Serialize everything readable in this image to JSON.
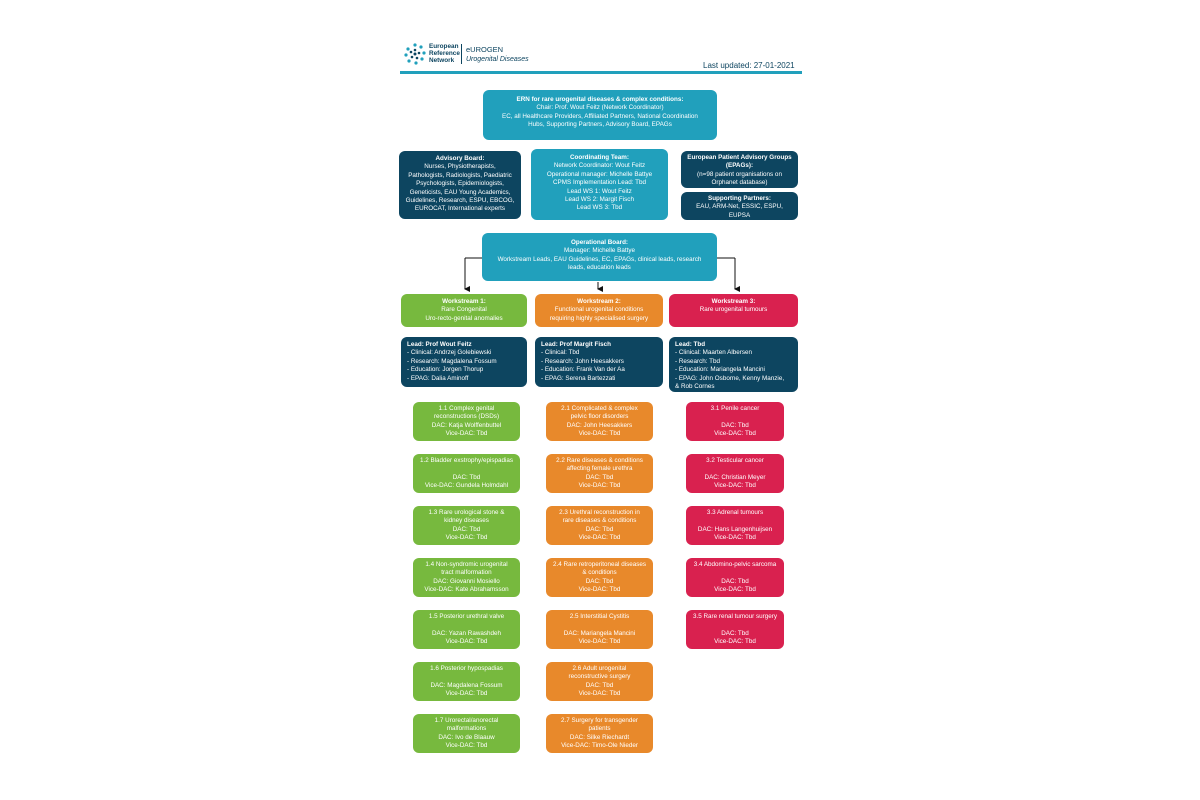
{
  "header": {
    "logo_lines": [
      "European",
      "Reference",
      "Network"
    ],
    "brand_name": "eUROGEN",
    "brand_sub": "Urogenital Diseases",
    "last_updated": "Last updated: 27-01-2021"
  },
  "ern_box": {
    "title": "ERN for rare urogenital diseases & complex conditions:",
    "lines": [
      "Chair: Prof. Wout Feitz (Network Coordinator)",
      "EC, all Healthcare Providers, Affiliated Partners, National Coordination",
      "Hubs, Supporting Partners, Advisory Board, EPAGs"
    ]
  },
  "advisory_board": {
    "title": "Advisory Board:",
    "lines": [
      "Nurses, Physiotherapists,",
      "Pathologists, Radiologists, Paediatric",
      "Psychologists, Epidemiologists,",
      "Geneticists, EAU Young Academics,",
      "Guidelines, Research, ESPU, EBCOG,",
      "EUROCAT, International experts"
    ]
  },
  "coordinating_team": {
    "title": "Coordinating Team:",
    "lines": [
      "Network Coordinator: Wout Feitz",
      "Operational manager: Michelle Battye",
      "CPMS Implementation Lead: Tbd",
      "Lead WS 1: Wout Feitz",
      "Lead WS 2: Margit Fisch",
      "Lead WS 3: Tbd"
    ]
  },
  "epag": {
    "title": "European Patient Advisory Groups (EPAGs):",
    "lines": [
      "(n=98 patient organisations on",
      "Orphanet database)"
    ]
  },
  "supporting_partners": {
    "title": "Supporting Partners:",
    "lines": [
      "EAU, ARM-Net, ESSIC, ESPU,",
      "EUPSA"
    ]
  },
  "operational_board": {
    "title": "Operational Board:",
    "lines": [
      "Manager: Michelle Battye",
      "Workstream Leads, EAU Guidelines, EC, EPAGs, clinical leads, research",
      "leads, education leads"
    ]
  },
  "workstreams": [
    {
      "title": "Workstream 1:",
      "lines": [
        "Rare Congenital",
        "Uro-recto-genital anomalies"
      ],
      "lead_title": "Lead: Prof Wout Feitz",
      "lead_lines": [
        "- Clinical: Andrzej Golebiewski",
        "- Research: Magdalena Fossum",
        "- Education: Jorgen Thorup",
        "- EPAG: Dalia Aminoff"
      ],
      "subs": [
        [
          "1.1 Complex genital",
          "reconstructions (DSDs)",
          "DAC: Katja Wolffenbuttel",
          "Vice-DAC: Tbd"
        ],
        [
          "1.2 Bladder exstrophy/epispadias",
          "",
          "DAC: Tbd",
          "Vice-DAC: Gundela Holmdahl"
        ],
        [
          "1.3 Rare urological stone &",
          "kidney diseases",
          "DAC: Tbd",
          "Vice-DAC: Tbd"
        ],
        [
          "1.4 Non-syndromic urogenital",
          "tract malformation",
          "DAC: Giovanni Mosiello",
          "Vice-DAC: Kate Abrahamsson"
        ],
        [
          "1.5 Posterior urethral valve",
          "",
          "DAC: Yazan Rawashdeh",
          "Vice-DAC: Tbd"
        ],
        [
          "1.6 Posterior hypospadias",
          "",
          "DAC: Magdalena Fossum",
          "Vice-DAC: Tbd"
        ],
        [
          "1.7 Urorectal/anorectal",
          "malformations",
          "DAC: Ivo de Blaauw",
          "Vice-DAC: Tbd"
        ]
      ]
    },
    {
      "title": "Workstream 2:",
      "lines": [
        "Functional urogenital conditions",
        "requiring highly specialised surgery"
      ],
      "lead_title": "Lead: Prof Margit Fisch",
      "lead_lines": [
        "- Clinical: Tbd",
        "- Research: John Heesakkers",
        "- Education: Frank Van der Aa",
        "- EPAG: Serena Bartezzati"
      ],
      "subs": [
        [
          "2.1 Complicated & complex",
          "pelvic floor disorders",
          "DAC: John Heesakkers",
          "Vice-DAC: Tbd"
        ],
        [
          "2.2 Rare diseases & conditions",
          "affecting female urethra",
          "DAC: Tbd",
          "Vice-DAC: Tbd"
        ],
        [
          "2.3 Urethral reconstruction in",
          "rare diseases & conditions",
          "DAC: Tbd",
          "Vice-DAC: Tbd"
        ],
        [
          "2.4 Rare retroperitoneal diseases",
          "& conditions",
          "DAC: Tbd",
          "Vice-DAC: Tbd"
        ],
        [
          "2.5 Interstitial Cystitis",
          "",
          "DAC: Mariangela Mancini",
          "Vice-DAC: Tbd"
        ],
        [
          "2.6 Adult urogenital",
          "reconstructive surgery",
          "DAC: Tbd",
          "Vice-DAC: Tbd"
        ],
        [
          "2.7 Surgery for transgender",
          "patients",
          "DAC: Silke Riechardt",
          "Vice-DAC: Timo-Ole Nieder"
        ]
      ]
    },
    {
      "title": "Workstream 3:",
      "lines": [
        "Rare urogenital tumours"
      ],
      "lead_title": "Lead: Tbd",
      "lead_lines": [
        "- Clinical: Maarten Albersen",
        "- Research: Tbd",
        "- Education: Mariangela Mancini",
        "- EPAG: John Osborne, Kenny Manzie,",
        "  & Rob Cornes"
      ],
      "subs": [
        [
          "3.1 Penile cancer",
          "",
          "DAC: Tbd",
          "Vice-DAC: Tbd"
        ],
        [
          "3.2 Testicular cancer",
          "",
          "DAC: Christian Meyer",
          "Vice-DAC: Tbd"
        ],
        [
          "3.3 Adrenal tumours",
          "",
          "DAC: Hans Langenhuijsen",
          "Vice-DAC: Tbd"
        ],
        [
          "3.4 Abdomino-pelvic sarcoma",
          "",
          "DAC: Tbd",
          "Vice-DAC: Tbd"
        ],
        [
          "3.5 Rare renal tumour surgery",
          "",
          "DAC: Tbd",
          "Vice-DAC: Tbd"
        ]
      ]
    }
  ],
  "colors": {
    "teal": "#21a0bc",
    "navy": "#0d4560",
    "green": "#77b93e",
    "orange": "#e8892b",
    "crimson": "#d9214f"
  }
}
